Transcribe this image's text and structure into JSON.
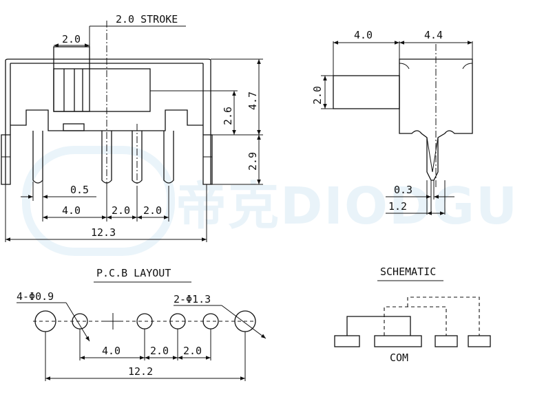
{
  "watermark": {
    "text": "帝克DIODGU",
    "color": "#9fcbe6"
  },
  "front_view": {
    "stroke_label": "2.0 STROKE",
    "knob_width": "2.0",
    "height_total": "4.7",
    "body_height": "2.6",
    "pin_length": "2.9",
    "pin_width": "0.5",
    "pitch_4": "4.0",
    "pitch_2a": "2.0",
    "pitch_2b": "2.0",
    "overall_width": "12.3"
  },
  "side_view": {
    "actuator_length": "4.0",
    "body_depth": "4.4",
    "actuator_height": "2.0",
    "pin_thickness": "0.3",
    "pin_span": "1.2"
  },
  "pcb_layout": {
    "title": "P.C.B LAYOUT",
    "hole_small": "4-Φ0.9",
    "hole_large": "2-Φ1.3",
    "pitch_4": "4.0",
    "pitch_2a": "2.0",
    "pitch_2b": "2.0",
    "overall": "12.2"
  },
  "schematic": {
    "title": "SCHEMATIC",
    "com_label": "COM"
  }
}
